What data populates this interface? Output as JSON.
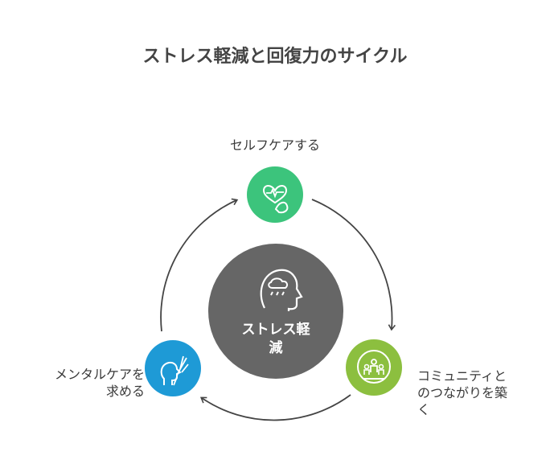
{
  "title": "ストレス軽減と回復力のサイクル",
  "center": {
    "line1": "ストレス軽",
    "line2": "減",
    "icon": "head-rain-icon"
  },
  "nodes": {
    "top": {
      "label": "セルフケアする",
      "icon": "heart-muscle-icon",
      "color": "#3cc47c"
    },
    "right": {
      "line1": "コミュニティと",
      "line2": "のつながりを築",
      "line3": "く",
      "icon": "community-globe-icon",
      "color": "#8cbf3f"
    },
    "left": {
      "line1": "メンタルケアを",
      "line2": "求める",
      "icon": "head-hand-icon",
      "color": "#1e9ad6"
    }
  },
  "colors": {
    "center": "#666666",
    "arrow": "#444444"
  }
}
